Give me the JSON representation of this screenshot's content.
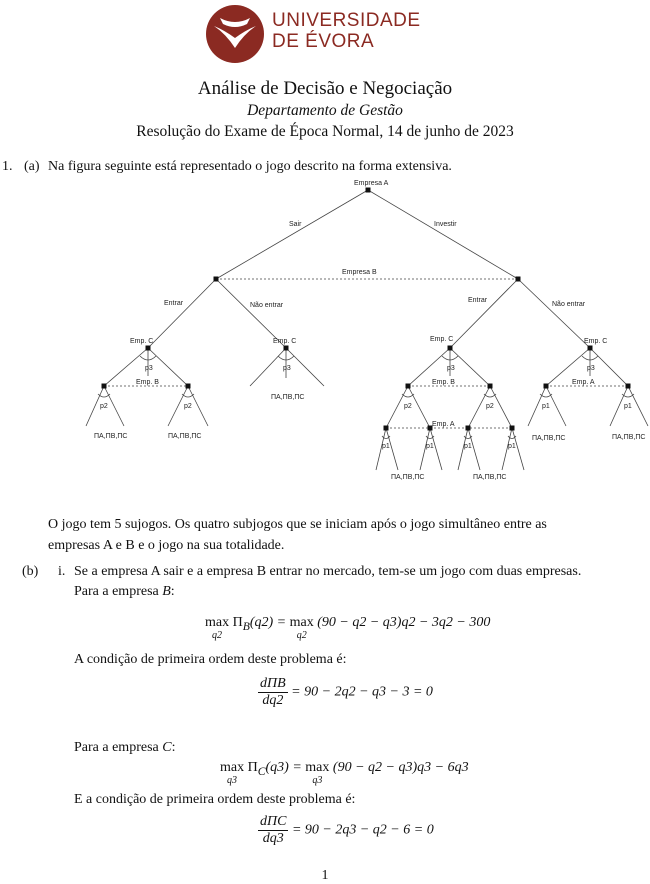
{
  "logo": {
    "line1": "UNIVERSIDADE",
    "line2": "DE ÉVORA"
  },
  "header": {
    "title": "Análise de Decisão e Negociação",
    "department": "Departamento de Gestão",
    "subtitle": "Resolução do Exame de Época Normal, 14 de junho de 2023"
  },
  "q1": {
    "number": "1.",
    "a_label": "(a)",
    "a_text": "Na figura seguinte está representado o jogo descrito na forma extensiva.",
    "after_tree_1": "O jogo tem 5 sujogos. Os quatro subjogos que se iniciam após o jogo simultâneo entre as",
    "after_tree_2": "empresas A e B e o jogo na sua totalidade.",
    "b_label": "(b)",
    "b_i_label": "i.",
    "b_i_text": "Se a empresa A sair e a empresa B entrar no mercado, tem-se um jogo com duas empresas.",
    "para_b_pre": "Para a empresa ",
    "para_b_name": "B",
    "cond_b": "A condição de primeira ordem deste problema é:",
    "para_c_pre": "Para a empresa ",
    "para_c_name": "C",
    "cond_c": "E a condição de primeira ordem deste problema é:"
  },
  "equations": {
    "max_word": "max",
    "q2": "q2",
    "q3": "q3",
    "eq1_lhs": "Π",
    "eq1_lhs_sub": "B",
    "eq1_arg": "(q2) = ",
    "eq1_rhs": "(90 − q2 − q3)q2 − 3q2 − 300",
    "foc_b_num": "dΠB",
    "foc_b_den": "dq2",
    "foc_b_rhs": "= 90 − 2q2 − q3 − 3 = 0",
    "eq2_lhs": "Π",
    "eq2_lhs_sub": "C",
    "eq2_arg": "(q3) = ",
    "eq2_rhs": "(90 − q2 − q3)q3 − 6q3",
    "foc_c_num": "dΠC",
    "foc_c_den": "dq3",
    "foc_c_rhs": "= 90 − 2q3 − q2 − 6 = 0"
  },
  "tree": {
    "root": "Empresa A",
    "sair": "Sair",
    "investir": "Investir",
    "empresa_b": "Empresa B",
    "entrar": "Entrar",
    "nao_entrar": "Não entrar",
    "emp_c": "Emp. C",
    "emp_b": "Emp. B",
    "emp_a": "Emp. A",
    "p1": "p1",
    "p2": "p2",
    "p3": "p3",
    "payoff": "ΠA,ΠB,ΠC"
  },
  "page_number": "1"
}
